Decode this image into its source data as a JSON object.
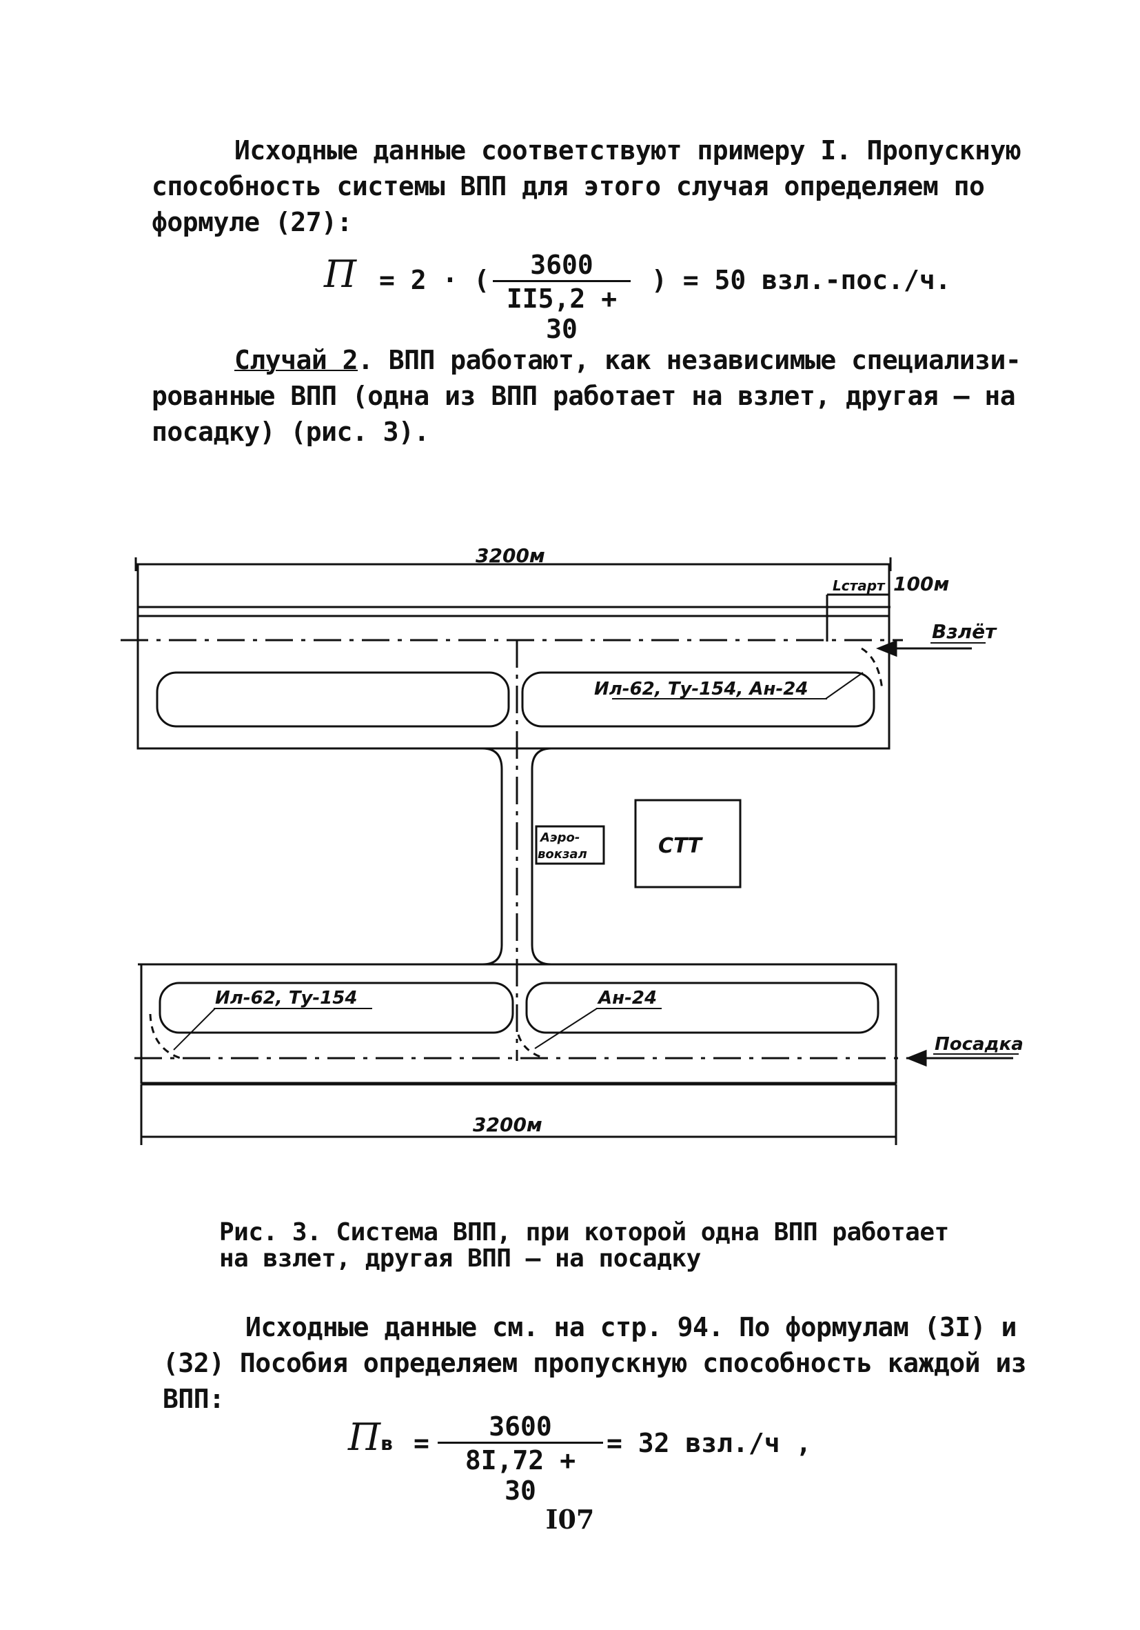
{
  "para1": {
    "lines": [
      "Исходные данные соответствуют примеру I. Пропускную",
      "способность системы ВПП для этого случая определяем  по",
      "формуле (27):"
    ]
  },
  "formula1": {
    "symbol": "П",
    "lhs": "= 2 · (",
    "numerator": "3600",
    "denominator": "II5,2 + 30",
    "rhs": ") = 50 взл.-пос./ч."
  },
  "para2": {
    "case_label": "Случай 2",
    "lines": [
      ". ВПП работают, как независимые специализи-",
      "рованные ВПП (одна из ВПП работает на взлет, другая – на",
      "посадку) (рис. 3)."
    ]
  },
  "diagram": {
    "top_length": "3200м",
    "bottom_length": "3200м",
    "lstart_label": "Lстарт",
    "lstart_value": "100м",
    "takeoff_label": "Взлёт",
    "landing_label": "Посадка",
    "top_runway_aircraft": "Ил-62, Ту-154, Ан-24",
    "bottom_left_aircraft": "Ил-62, Ту-154",
    "bottom_right_aircraft": "Ан-24",
    "terminal_label_1": "Аэро-",
    "terminal_label_2": "вокзал",
    "ctt_label": "СТТ"
  },
  "caption": {
    "lines": [
      "Рис. 3. Система ВПП, при которой одна ВПП работает",
      "на взлет, другая ВПП – на посадку"
    ]
  },
  "para3": {
    "lines": [
      "Исходные данные см. на стр.  94. По формулам (3I) и",
      "(32) Пособия определяем пропускную способность каждой из",
      "ВПП:"
    ]
  },
  "formula2": {
    "symbol": "П",
    "subscript": "в",
    "lhs": "=",
    "numerator": "3600",
    "denominator": "8I,72 + 30",
    "rhs": "= 32 взл./ч ,"
  },
  "page_number": "I07"
}
